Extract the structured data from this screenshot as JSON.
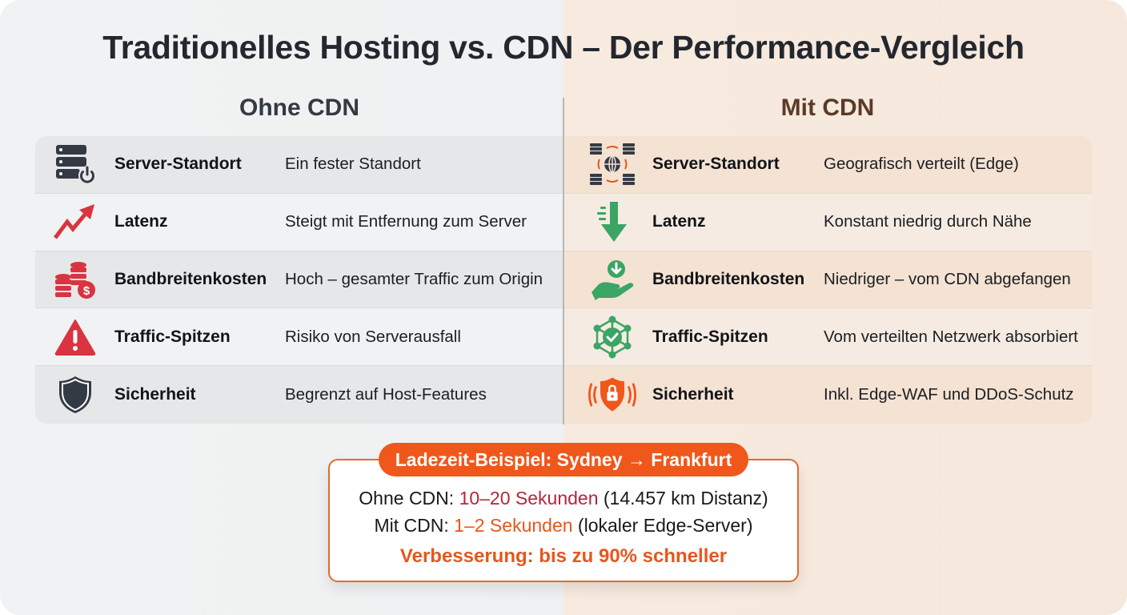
{
  "title": "Traditionelles Hosting vs. CDN – Der Performance-Vergleich",
  "columns": {
    "left": {
      "heading": "Ohne CDN",
      "rows": [
        {
          "icon": "server-power-icon",
          "label": "Server-Standort",
          "value": "Ein fester Standort"
        },
        {
          "icon": "trend-up-arrow-icon",
          "label": "Latenz",
          "value": "Steigt mit Entfernung zum Server"
        },
        {
          "icon": "coins-dollar-icon",
          "label": "Bandbreitenkosten",
          "value": "Hoch – gesamter Traffic zum Origin"
        },
        {
          "icon": "warning-triangle-icon",
          "label": "Traffic-Spitzen",
          "value": "Risiko von Serverausfall"
        },
        {
          "icon": "shield-icon",
          "label": "Sicherheit",
          "value": "Begrenzt auf Host-Features"
        }
      ]
    },
    "right": {
      "heading": "Mit CDN",
      "rows": [
        {
          "icon": "distributed-servers-globe-icon",
          "label": "Server-Standort",
          "value": "Geografisch verteilt (Edge)"
        },
        {
          "icon": "fast-down-arrow-icon",
          "label": "Latenz",
          "value": "Konstant niedrig durch Nähe"
        },
        {
          "icon": "hand-download-icon",
          "label": "Bandbreitenkosten",
          "value": "Niedriger – vom CDN abgefangen"
        },
        {
          "icon": "network-check-icon",
          "label": "Traffic-Spitzen",
          "value": "Vom verteilten Netzwerk absorbiert"
        },
        {
          "icon": "shield-lock-signal-icon",
          "label": "Sicherheit",
          "value": "Inkl. Edge-WAF und DDoS-Schutz"
        }
      ]
    }
  },
  "example": {
    "badge": "Ladezeit-Beispiel: Sydney → Frankfurt",
    "line1": {
      "prefix": "Ohne CDN: ",
      "highlight": "10–20 Sekunden",
      "suffix": " (14.457 km Distanz)"
    },
    "line2": {
      "prefix": "Mit CDN: ",
      "highlight": "1–2 Sekunden",
      "suffix": " (lokaler Edge-Server)"
    },
    "line3": "Verbesserung: bis zu 90% schneller"
  },
  "colors": {
    "accent_orange": "#f0571a",
    "negative_red": "#d9343f",
    "positive_green": "#3aa564",
    "dark_icon": "#343a44",
    "left_bg": "#f1f2f3",
    "right_bg": "#f7eadf"
  }
}
